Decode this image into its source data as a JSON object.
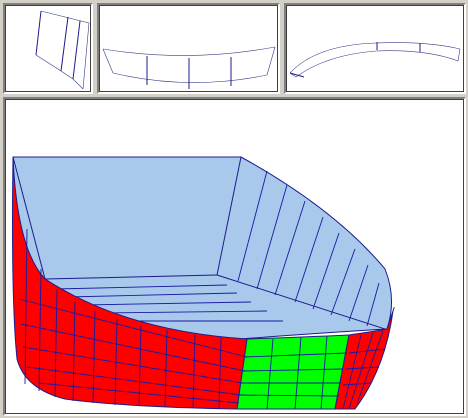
{
  "viewports": [
    {
      "id": "vp1",
      "view": "side"
    },
    {
      "id": "vp2",
      "view": "front"
    },
    {
      "id": "vp3",
      "view": "top"
    },
    {
      "id": "vp4",
      "view": "perspective"
    }
  ],
  "colors": {
    "panel_background": "#d4d0c8",
    "viewport_background": "#ffffff",
    "wireframe": "#1c1c8c",
    "deck_surface": "#a8c8ec",
    "hull_side_red": "#ff0000",
    "hull_side_green": "#00ff00",
    "grid_lines": "#1a1aa0"
  }
}
